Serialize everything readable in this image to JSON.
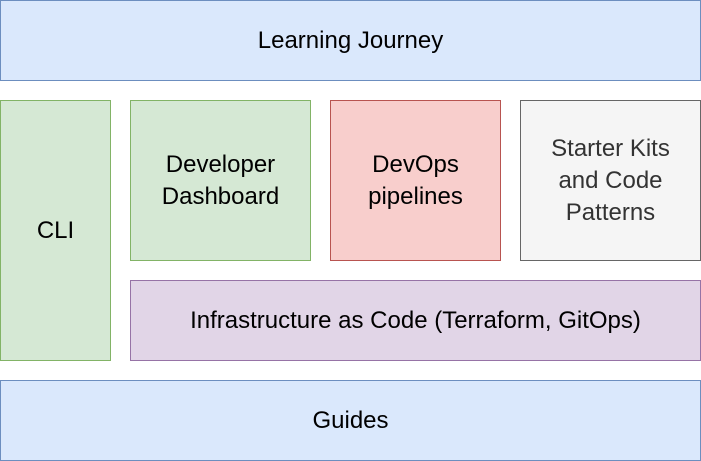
{
  "diagram": {
    "boxes": {
      "learning_journey": {
        "label": "Learning Journey",
        "fill": "#dae8fc",
        "stroke": "#6c8ebf"
      },
      "cli": {
        "label": "CLI",
        "fill": "#d5e8d4",
        "stroke": "#82b366"
      },
      "developer_dashboard": {
        "label": "Developer\nDashboard",
        "fill": "#d5e8d4",
        "stroke": "#82b366"
      },
      "devops_pipelines": {
        "label": "DevOps\npipelines",
        "fill": "#f8cecc",
        "stroke": "#b85450"
      },
      "starter_kits": {
        "label": "Starter Kits\nand Code\nPatterns",
        "fill": "#f5f5f5",
        "stroke": "#666666"
      },
      "infrastructure_as_code": {
        "label": "Infrastructure as Code (Terraform, GitOps)",
        "fill": "#e1d5e7",
        "stroke": "#9673a6"
      },
      "guides": {
        "label": "Guides",
        "fill": "#dae8fc",
        "stroke": "#6c8ebf"
      }
    }
  }
}
